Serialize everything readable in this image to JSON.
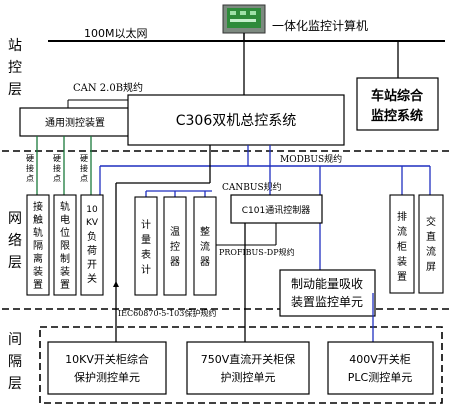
{
  "layers": {
    "station": [
      "站",
      "控",
      "层"
    ],
    "network": [
      "网",
      "络",
      "层"
    ],
    "bay": [
      "间",
      "隔",
      "层"
    ]
  },
  "top": {
    "ethernet_label": "100M以太网",
    "computer_label": "一体化监控计算机"
  },
  "station_boxes": {
    "can_label": "CAN 2.0B规约",
    "general_device": "通用测控装置",
    "main_system": "C306双机总控系统",
    "station_system_line1": "车站综合",
    "station_system_line2": "监控系统"
  },
  "network": {
    "modbus_label": "MODBUS规约",
    "canbus_label": "CANBUS规约",
    "profibus_label": "PROFIBUS-DP规约",
    "iec_label": "IEC60870-5-103保护规约",
    "hard_contact": [
      "硬",
      "接",
      "点"
    ],
    "contact_line": [
      "接",
      "触",
      "轨",
      "隔",
      "离",
      "装",
      "置"
    ],
    "rail_potential": [
      "轨",
      "电",
      "位",
      "限",
      "制",
      "装",
      "置"
    ],
    "load_switch": [
      "10",
      "KV",
      "负",
      "荷",
      "开",
      "关"
    ],
    "meters": [
      "计",
      "量",
      "表",
      "计"
    ],
    "temp_ctrl": [
      "温",
      "控",
      "器"
    ],
    "rectifier": [
      "整",
      "流",
      "器"
    ],
    "c101": "C101通讯控制器",
    "regen_line1": "制动能量吸收",
    "regen_line2": "装置监控单元",
    "drain_cabinet": [
      "排",
      "流",
      "柜",
      "装",
      "置"
    ],
    "ac_dc_panel": [
      "交",
      "直",
      "流",
      "屏"
    ]
  },
  "bay_units": {
    "kv10_line1": "10KV开关柜综合",
    "kv10_line2": "保护测控单元",
    "v750_line1": "750V直流开关柜保",
    "v750_line2": "护测控单元",
    "v400_line1": "400V开关柜",
    "v400_line2": "PLC测控单元"
  },
  "colors": {
    "line": "#000000",
    "blue_bus": "#1f2fbf",
    "green_link": "#1a7a3a",
    "monitor_screen": "#2e8b3a"
  },
  "icons": {
    "computer": "desktop-monitor-icon"
  }
}
